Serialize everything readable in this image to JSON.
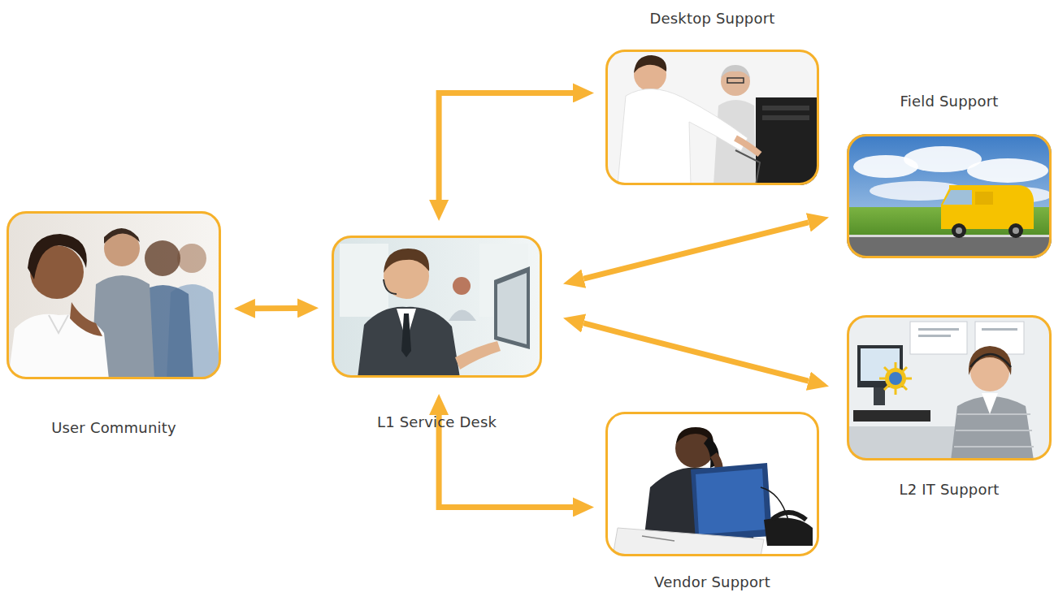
{
  "diagram": {
    "nodes": [
      {
        "text": [
          "User Community"
        ]
      },
      {
        "text": [
          "L1 Service Desk"
        ]
      },
      {
        "text": [
          "Desktop Support"
        ]
      },
      {
        "text": [
          "Field Support"
        ]
      },
      {
        "text": [
          "L2 IT Support"
        ]
      },
      {
        "text": [
          "Vendor Support"
        ]
      }
    ],
    "edges": [
      {
        "from": 0,
        "to": 1,
        "arrow": "both"
      },
      {
        "from": 1,
        "to": 2,
        "arrow": "both"
      },
      {
        "from": 1,
        "to": 3,
        "arrow": "both"
      },
      {
        "from": 1,
        "to": 4,
        "arrow": "both"
      },
      {
        "from": 1,
        "to": 5,
        "arrow": "both"
      }
    ]
  }
}
